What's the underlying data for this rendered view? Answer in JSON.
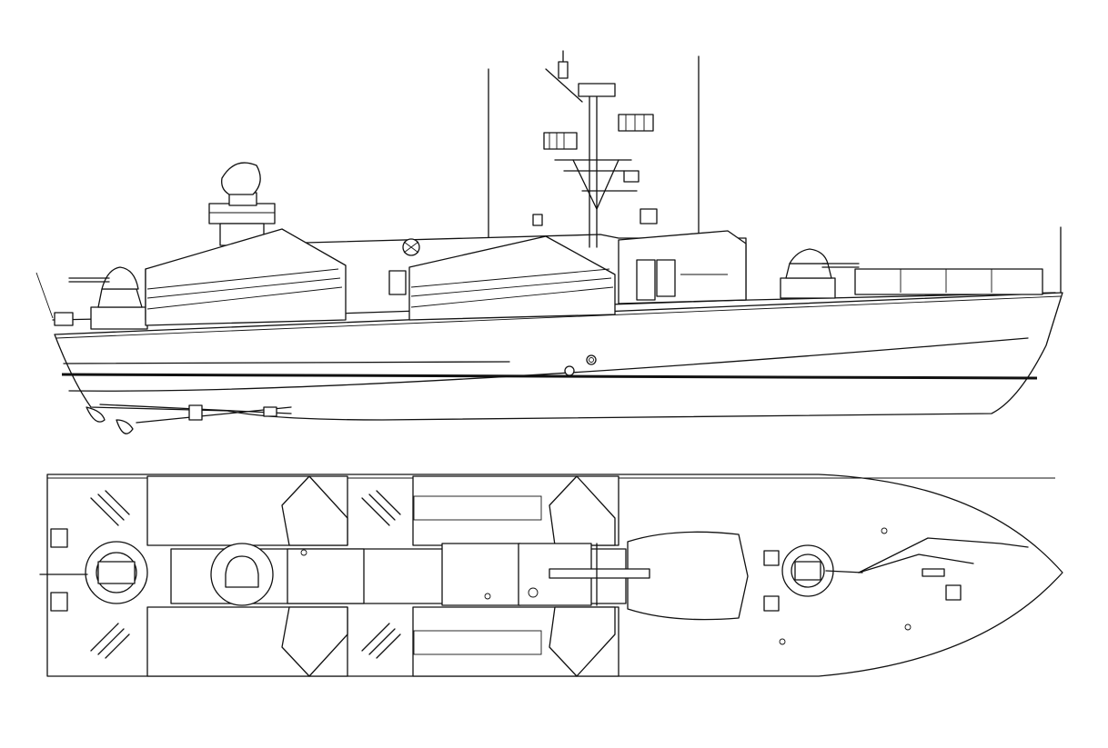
{
  "drawing": {
    "views": [
      {
        "key": "profile",
        "name": "side-elevation"
      },
      {
        "key": "plan",
        "name": "top-plan"
      }
    ],
    "colors": {
      "line": "#111111",
      "paper": "#ffffff",
      "shade": "#e9e9e9"
    },
    "icons": [
      "radar-dome-icon",
      "gun-turret-icon",
      "missile-container-icon",
      "mast-icon",
      "anchor-chain-icon",
      "propeller-icon"
    ]
  }
}
